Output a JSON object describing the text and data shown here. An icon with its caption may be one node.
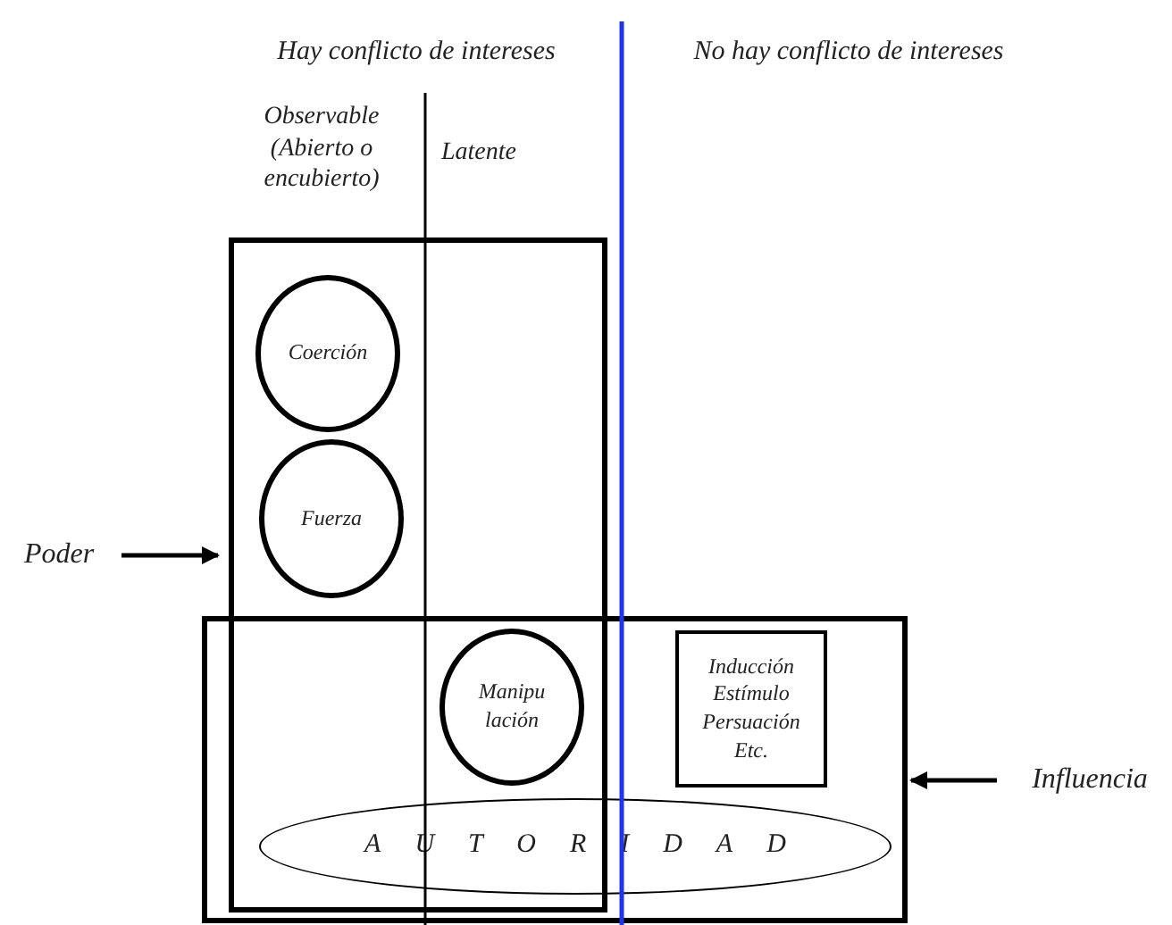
{
  "diagram": {
    "nodes": [
      {
        "text": [
          "Poder"
        ]
      },
      {
        "text": [],
        "shape": "box"
      },
      {
        "text": [
          "Coerción"
        ],
        "in": 1
      },
      {
        "text": [
          "Fuerza"
        ],
        "in": 1
      },
      {
        "text": [],
        "shape": "box"
      },
      {
        "text": [
          "Manipu lación"
        ]
      },
      {
        "text": [
          "Inducción Estímulo Persuación Etc."
        ],
        "in": 4
      },
      {
        "text": [
          "AUTORIDAD"
        ],
        "in": 4
      },
      {
        "text": [
          "Influencia"
        ]
      }
    ],
    "edges": [
      {
        "from": 0,
        "to": 1,
        "arrow": "to"
      },
      {
        "from": 8,
        "to": 4,
        "arrow": "to"
      }
    ],
    "labels": [
      "Hay conflicto de intereses",
      "No hay conflicto de intereses",
      "Observable (Abierto o encubierto)",
      "Latente"
    ]
  }
}
